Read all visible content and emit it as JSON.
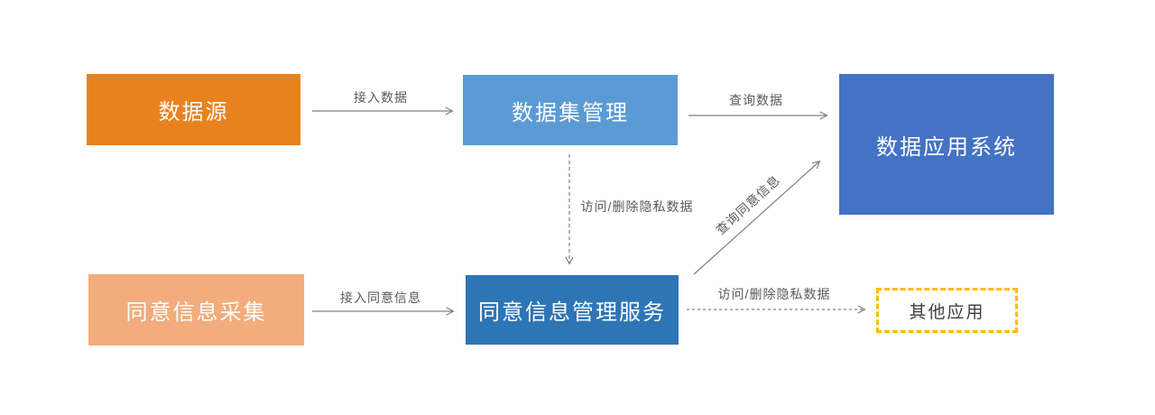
{
  "diagram": {
    "background_color": "#ffffff",
    "line_color": "#808080",
    "edge_label_color": "#595959",
    "nodes": [
      {
        "id": "data-source",
        "label": "数据源",
        "fill_color": "#e8821e",
        "text_color": "#ffffff",
        "border_style": "solid"
      },
      {
        "id": "dataset-management",
        "label": "数据集管理",
        "fill_color": "#5b9bd5",
        "text_color": "#ffffff",
        "border_style": "solid"
      },
      {
        "id": "data-application-system",
        "label": "数据应用系统",
        "fill_color": "#4472c4",
        "text_color": "#ffffff",
        "border_style": "solid"
      },
      {
        "id": "consent-info-collection",
        "label": "同意信息采集",
        "fill_color": "#f2ac7d",
        "text_color": "#ffffff",
        "border_style": "solid"
      },
      {
        "id": "consent-management-service",
        "label": "同意信息管理服务",
        "fill_color": "#2e75b6",
        "text_color": "#ffffff",
        "border_style": "solid"
      },
      {
        "id": "other-applications",
        "label": "其他应用",
        "fill_color": "#ffffff",
        "text_color": "#404040",
        "border_style": "dashed",
        "border_color": "#ffbb00"
      }
    ],
    "edges": [
      {
        "from": "data-source",
        "to": "dataset-management",
        "label": "接入数据",
        "style": "solid",
        "direction": "right"
      },
      {
        "from": "dataset-management",
        "to": "data-application-system",
        "label": "查询数据",
        "style": "solid",
        "direction": "right"
      },
      {
        "from": "dataset-management",
        "to": "consent-management-service",
        "label": "访问/删除隐私数据",
        "style": "dashed",
        "direction": "down"
      },
      {
        "from": "consent-info-collection",
        "to": "consent-management-service",
        "label": "接入同意信息",
        "style": "solid",
        "direction": "right"
      },
      {
        "from": "consent-management-service",
        "to": "data-application-system",
        "label": "查询同意信息",
        "style": "solid",
        "direction": "up-right-diagonal"
      },
      {
        "from": "consent-management-service",
        "to": "other-applications",
        "label": "访问/删除隐私数据",
        "style": "dashed",
        "direction": "right"
      }
    ]
  }
}
